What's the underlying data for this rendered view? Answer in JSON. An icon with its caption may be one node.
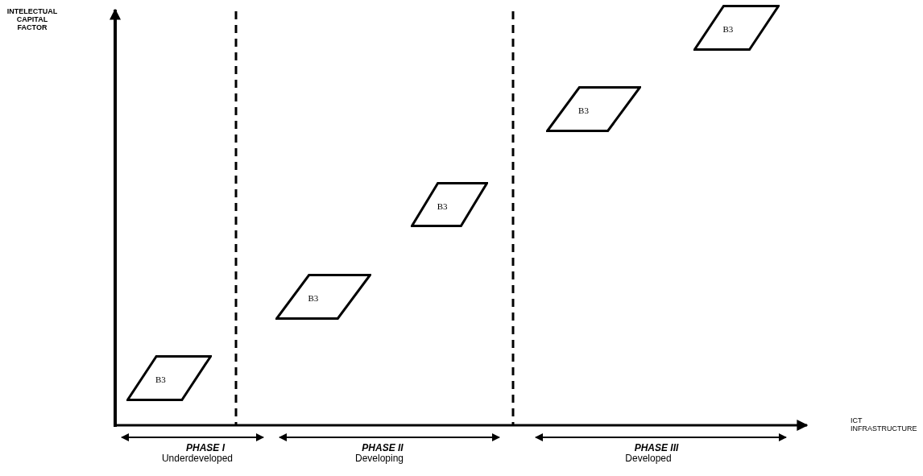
{
  "diagram": {
    "nodes": [
      {
        "text": [
          "B3"
        ]
      },
      {
        "text": [
          "B3"
        ]
      },
      {
        "text": [
          "B3"
        ]
      },
      {
        "text": [
          "B3"
        ]
      },
      {
        "text": [
          "B3"
        ]
      }
    ],
    "labels": [
      "INTELECTUAL CAPITAL FACTOR",
      "ICT INFRASTRUCTURE",
      "PHASE I",
      "Underdeveloped",
      "PHASE II",
      "Developing",
      "PHASE III",
      "Developed"
    ]
  }
}
